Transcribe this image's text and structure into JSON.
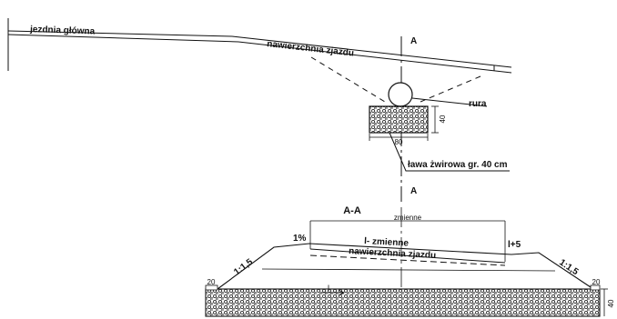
{
  "labels": {
    "main_road": "jezdnia główna",
    "driveway_surface_top": "nawierzchnia zjazdu",
    "section_mark_top": "A",
    "section_mark_bottom": "A",
    "pipe": "rura",
    "gravel_height": "40",
    "gravel_width": "80",
    "gravel_bench": "ława żwirowa gr. 40 cm",
    "section_title": "A-A",
    "variable_top": "zmienne",
    "slope_left_pct": "1%",
    "l_variable": "l- zmienne",
    "l_plus_5": "l+5",
    "driveway_surface_section": "nawierzchnia zjazdu",
    "slope_left": "1:1,5",
    "slope_right": "1:1,5",
    "dim_20_left": "20",
    "dim_20_right": "20",
    "l_bottom": "l",
    "dim_40_right": "40"
  },
  "colors": {
    "line": "#111111",
    "hatch_fill": "#555555"
  }
}
